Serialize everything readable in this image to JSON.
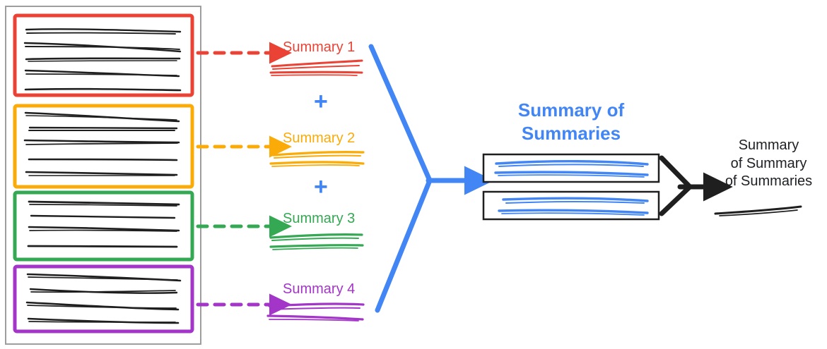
{
  "diagram": {
    "title_hidden": "",
    "colors": {
      "red": "#EA4335",
      "orange": "#FBAB08",
      "green": "#34A853",
      "purple": "#A335C8",
      "blue": "#4285F4",
      "black": "#1f1f1f",
      "gray_border": "#9e9e9e"
    },
    "source_container": {
      "name": "source-documents-container",
      "border_color": "#9e9e9e"
    },
    "chunks": [
      {
        "id": "chunk-1",
        "color": "#EA4335",
        "line_count": 5,
        "arrow": {
          "style": "dashed",
          "color": "#EA4335"
        },
        "summary_label": "Summary 1",
        "summary_line_count": 2
      },
      {
        "id": "chunk-2",
        "color": "#FBAB08",
        "line_count": 5,
        "arrow": {
          "style": "dashed",
          "color": "#FBAB08"
        },
        "summary_label": "Summary 2",
        "summary_line_count": 2
      },
      {
        "id": "chunk-3",
        "color": "#34A853",
        "line_count": 4,
        "arrow": {
          "style": "dashed",
          "color": "#34A853"
        },
        "summary_label": "Summary 3",
        "summary_line_count": 2
      },
      {
        "id": "chunk-4",
        "color": "#A335C8",
        "line_count": 4,
        "arrow": {
          "style": "dashed",
          "color": "#A335C8"
        },
        "summary_label": "Summary 4",
        "summary_line_count": 2
      }
    ],
    "operators": [
      {
        "id": "plus-1",
        "symbol": "+",
        "color": "#4285F4"
      },
      {
        "id": "plus-2",
        "symbol": "+",
        "color": "#4285F4"
      },
      {
        "id": "plus-3",
        "symbol": "+",
        "color": "#4285F4"
      }
    ],
    "merge_arrow": {
      "name": "blue-merge-arrow",
      "color": "#4285F4",
      "style": "solid"
    },
    "summary_of_summaries": {
      "label_line_1": "Summary of",
      "label_line_2": "Summaries",
      "color": "#4285F4",
      "boxes": [
        {
          "id": "sos-box-1",
          "line_count": 2
        },
        {
          "id": "sos-box-2",
          "line_count": 2
        }
      ],
      "box_border_color": "#1f1f1f"
    },
    "final_merge_arrow": {
      "name": "black-merge-arrow",
      "color": "#1f1f1f",
      "style": "solid"
    },
    "final_summary": {
      "label_line_1": "Summary",
      "label_line_2": "of Summary",
      "label_line_3": "of Summaries",
      "color": "#202124",
      "line_count": 1
    }
  }
}
